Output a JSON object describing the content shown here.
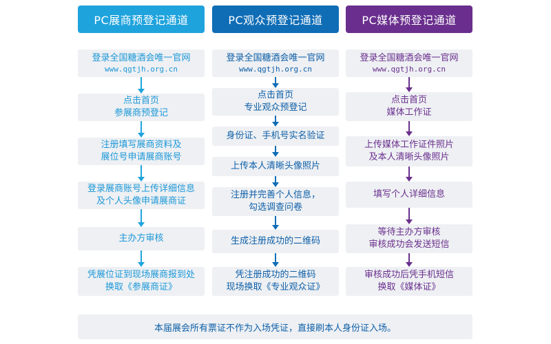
{
  "columns": [
    {
      "title": "PC展商预登记通道",
      "steps": [
        {
          "line1": "登录全国糖酒会唯一官网",
          "line2": "www.qgtjh.org.cn"
        },
        {
          "line1": "点击首页",
          "line2": "参展商预登记"
        },
        {
          "line1": "注册填写展商资料及",
          "line2": "展位号申请展商账号"
        },
        {
          "line1": "登录展商账号上传详细信息",
          "line2": "及个人头像申请展商证"
        },
        {
          "line1": "主办方审核"
        },
        {
          "line1": "凭展位证到现场展商报到处",
          "line2": "换取《参展商证》"
        }
      ]
    },
    {
      "title": "PC观众预登记通道",
      "steps": [
        {
          "line1": "登录全国糖酒会唯一官网",
          "line2": "www.qgtjh.org.cn"
        },
        {
          "line1": "点击首页",
          "line2": "专业观众预登记"
        },
        {
          "line1": "身份证、手机号实名验证"
        },
        {
          "line1": "上传本人清晰头像照片"
        },
        {
          "line1": "注册并完善个人信息，",
          "line2": "勾选调查问卷"
        },
        {
          "line1": "生成注册成功的二维码"
        },
        {
          "line1": "凭注册成功的二维码",
          "line2": "现场换取《专业观众证》"
        }
      ]
    },
    {
      "title": "PC媒体预登记通道",
      "steps": [
        {
          "line1": "登录全国糖酒会唯一官网",
          "line2": "www.qgtjh.org.cn"
        },
        {
          "line1": "点击首页",
          "line2": "媒体工作证"
        },
        {
          "line1": "上传媒体工作证件照片",
          "line2": "及本人清晰头像照片"
        },
        {
          "line1": "填写个人详细信息"
        },
        {
          "line1": "等待主办方审核",
          "line2": "审核成功会发送短信"
        },
        {
          "line1": "审核成功后凭手机短信",
          "line2": "换取《媒体证》"
        }
      ]
    }
  ],
  "footer": "本届展会所有票证不作为入场凭证，直接刷本人身份证入场。"
}
